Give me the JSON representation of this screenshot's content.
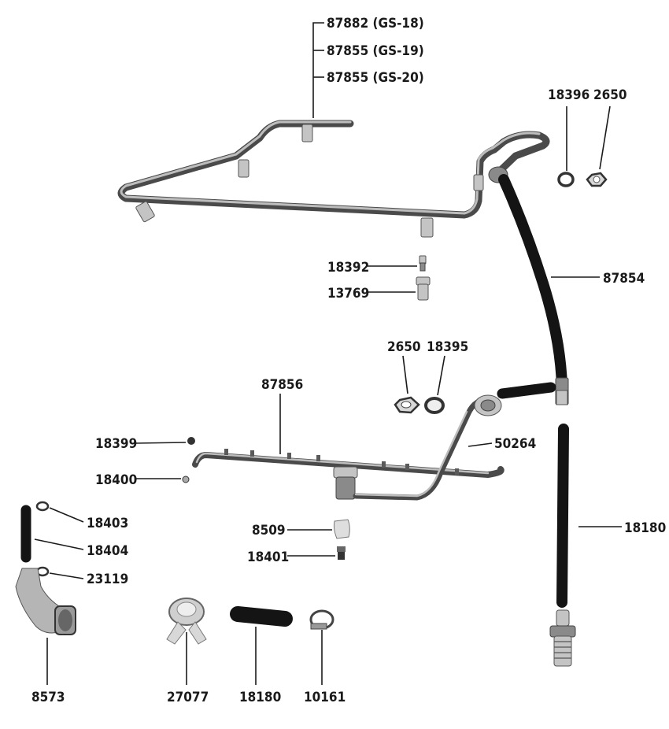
{
  "labels": {
    "top_part_1": "87882 (GS-18)",
    "top_part_2": "87855 (GS-19)",
    "top_part_3": "87855 (GS-20)",
    "washer_18396": "18396",
    "nut_2650_top": "2650",
    "hose_87854": "87854",
    "nozzle_18392": "18392",
    "fitting_13769": "13769",
    "nut_2650_mid": "2650",
    "washer_18395": "18395",
    "manifold_87856": "87856",
    "tube_50264": "50264",
    "cap_18399": "18399",
    "plug_18400": "18400",
    "clamp_18403": "18403",
    "hose_18404": "18404",
    "clamp_23119": "23119",
    "cap_8509": "8509",
    "plug_18401": "18401",
    "hose_18180_right": "18180",
    "elbow_8573": "8573",
    "tee_27077": "27077",
    "hose_18180_bottom": "18180",
    "clamp_10161": "10161"
  }
}
